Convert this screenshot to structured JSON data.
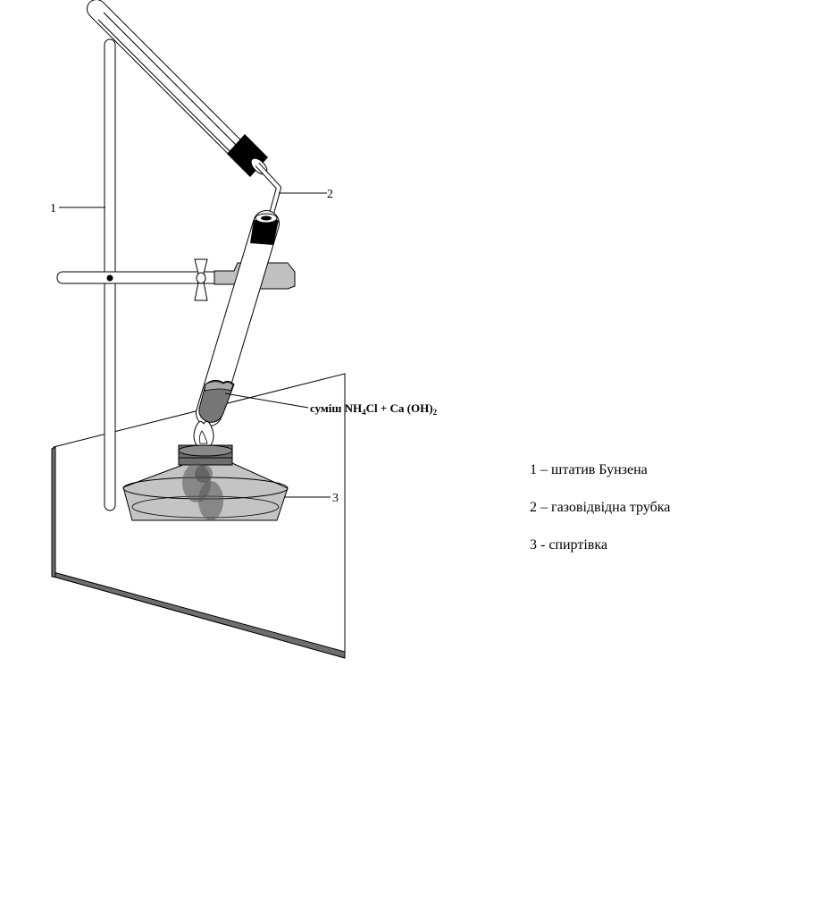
{
  "callouts": {
    "stand": "1",
    "tube": "2",
    "lamp": "3",
    "mixture_prefix": "суміш  NH",
    "mixture_sub1": "4",
    "mixture_mid": "Cl + Ca (OH)",
    "mixture_sub2": "2"
  },
  "legend": [
    "1 – штатив Бунзена",
    "2 – газовідвідна трубка",
    "3 - спиртівка"
  ],
  "colors": {
    "glass_fill": "#ffffff",
    "clamp_gray": "#c0c0c0",
    "lamp_gray": "#c4c4c4",
    "stopper_black": "#000000",
    "mixture_dark": "#777777",
    "mixture_light": "#aaaaaa",
    "table_edge": "#6e6e6e"
  }
}
